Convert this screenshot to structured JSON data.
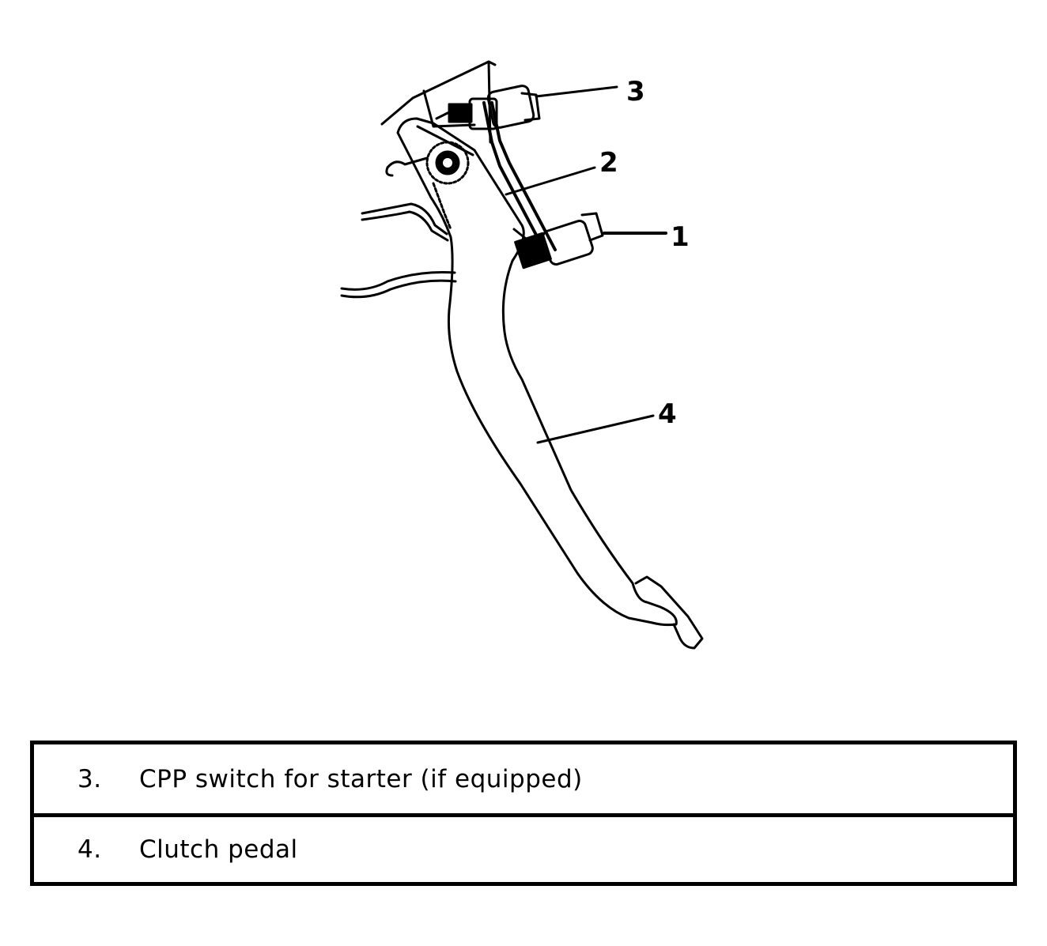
{
  "diagram": {
    "callouts": [
      {
        "id": "callout-1",
        "label": "1"
      },
      {
        "id": "callout-2",
        "label": "2"
      },
      {
        "id": "callout-3",
        "label": "3"
      },
      {
        "id": "callout-4",
        "label": "4"
      }
    ]
  },
  "legend": {
    "rows": [
      {
        "number": "3.",
        "description": "CPP switch for starter (if equipped)"
      },
      {
        "number": "4.",
        "description": "Clutch pedal"
      }
    ]
  },
  "colors": {
    "line": "#000000",
    "background": "#ffffff"
  }
}
